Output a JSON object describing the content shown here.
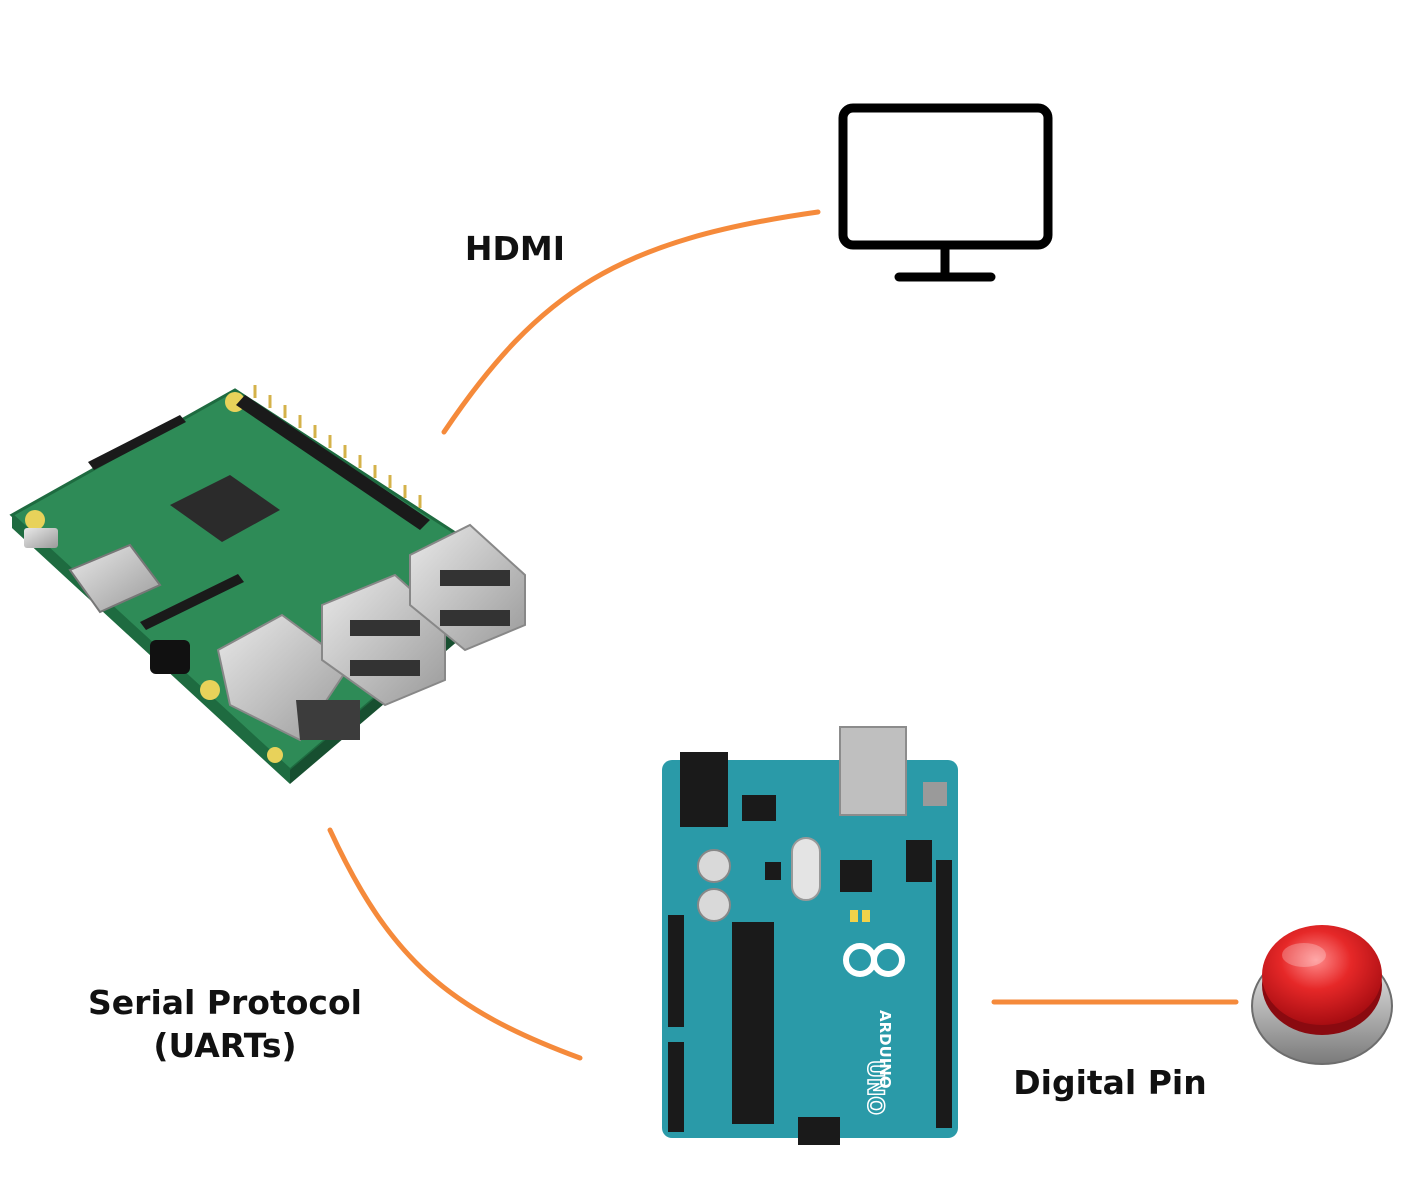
{
  "connections": {
    "hdmi": {
      "label": "HDMI"
    },
    "serial": {
      "label_line1": "Serial Protocol",
      "label_line2": "(UARTs)"
    },
    "digital": {
      "label": "Digital Pin"
    }
  },
  "nodes": {
    "raspberry_pi": {
      "icon": "raspberry-pi-board-icon"
    },
    "monitor": {
      "icon": "monitor-icon"
    },
    "arduino": {
      "icon": "arduino-uno-board-icon"
    },
    "button": {
      "icon": "push-button-icon"
    }
  },
  "colors": {
    "connector": "#F58A3B",
    "pi_board": "#2E8B57",
    "arduino_board": "#2A9AA8",
    "button_red": "#E01B24"
  }
}
